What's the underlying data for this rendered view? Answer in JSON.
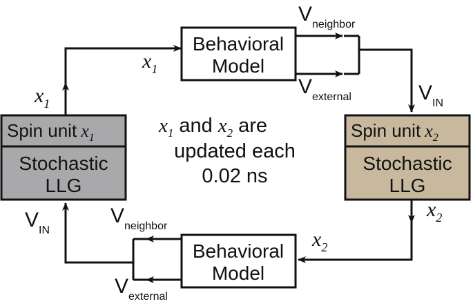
{
  "colors": {
    "line": "#111111",
    "unit_left_fill": "#a9a9ab",
    "unit_right_fill": "#c8b89e",
    "box_fill": "#ffffff"
  },
  "top_model": {
    "line1": "Behavioral",
    "line2": "Model"
  },
  "bottom_model": {
    "line1": "Behavioral",
    "line2": "Model"
  },
  "left_unit": {
    "spin_label": "Spin unit",
    "spin_var": "x",
    "spin_sub": "1",
    "llg_line1": "Stochastic",
    "llg_line2": "LLG"
  },
  "right_unit": {
    "spin_label": "Spin unit",
    "spin_var": "x",
    "spin_sub": "2",
    "llg_line1": "Stochastic",
    "llg_line2": "LLG"
  },
  "labels": {
    "x": "x",
    "sub1": "1",
    "sub2": "2",
    "V": "V",
    "neighbor": "neighbor",
    "external": "external",
    "IN": "IN"
  },
  "center_note": {
    "and_are": "and",
    "are": "are",
    "line2": "updated each",
    "line3": "0.02 ns"
  }
}
